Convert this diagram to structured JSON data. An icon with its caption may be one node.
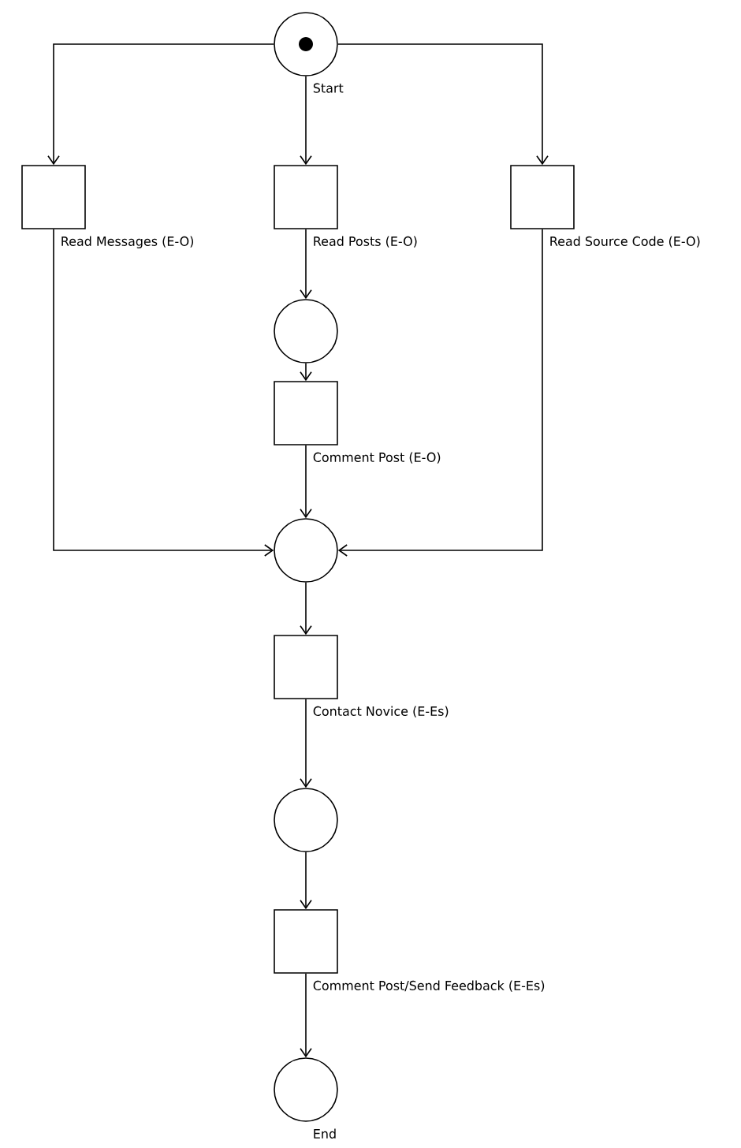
{
  "diagram": {
    "nodes": [
      {
        "text": [
          "Start"
        ]
      },
      {
        "text": [
          "Read Messages (E-O)"
        ]
      },
      {
        "text": [
          "Read Posts (E-O)"
        ]
      },
      {
        "text": [
          "Read Source Code (E-O)"
        ]
      },
      {
        "text": [],
        "shape": "circle"
      },
      {
        "text": [
          "Comment Post (E-O)"
        ]
      },
      {
        "text": [],
        "shape": "circle"
      },
      {
        "text": [
          "Contact Novice (E-Es)"
        ]
      },
      {
        "text": [],
        "shape": "circle"
      },
      {
        "text": [
          "Comment Post/Send Feedback (E-Es)"
        ]
      },
      {
        "text": [
          "End"
        ]
      }
    ],
    "edges": [
      {
        "from": 0,
        "to": 1,
        "arrow": "to"
      },
      {
        "from": 0,
        "to": 2,
        "arrow": "to"
      },
      {
        "from": 0,
        "to": 3,
        "arrow": "to"
      },
      {
        "from": 2,
        "to": 4,
        "arrow": "to"
      },
      {
        "from": 4,
        "to": 5,
        "arrow": "to"
      },
      {
        "from": 1,
        "to": 6,
        "arrow": "to"
      },
      {
        "from": 5,
        "to": 6,
        "arrow": "to"
      },
      {
        "from": 3,
        "to": 6,
        "arrow": "to"
      },
      {
        "from": 6,
        "to": 7,
        "arrow": "to"
      },
      {
        "from": 7,
        "to": 8,
        "arrow": "to"
      },
      {
        "from": 8,
        "to": 9,
        "arrow": "to"
      },
      {
        "from": 9,
        "to": 10,
        "arrow": "to"
      }
    ]
  }
}
